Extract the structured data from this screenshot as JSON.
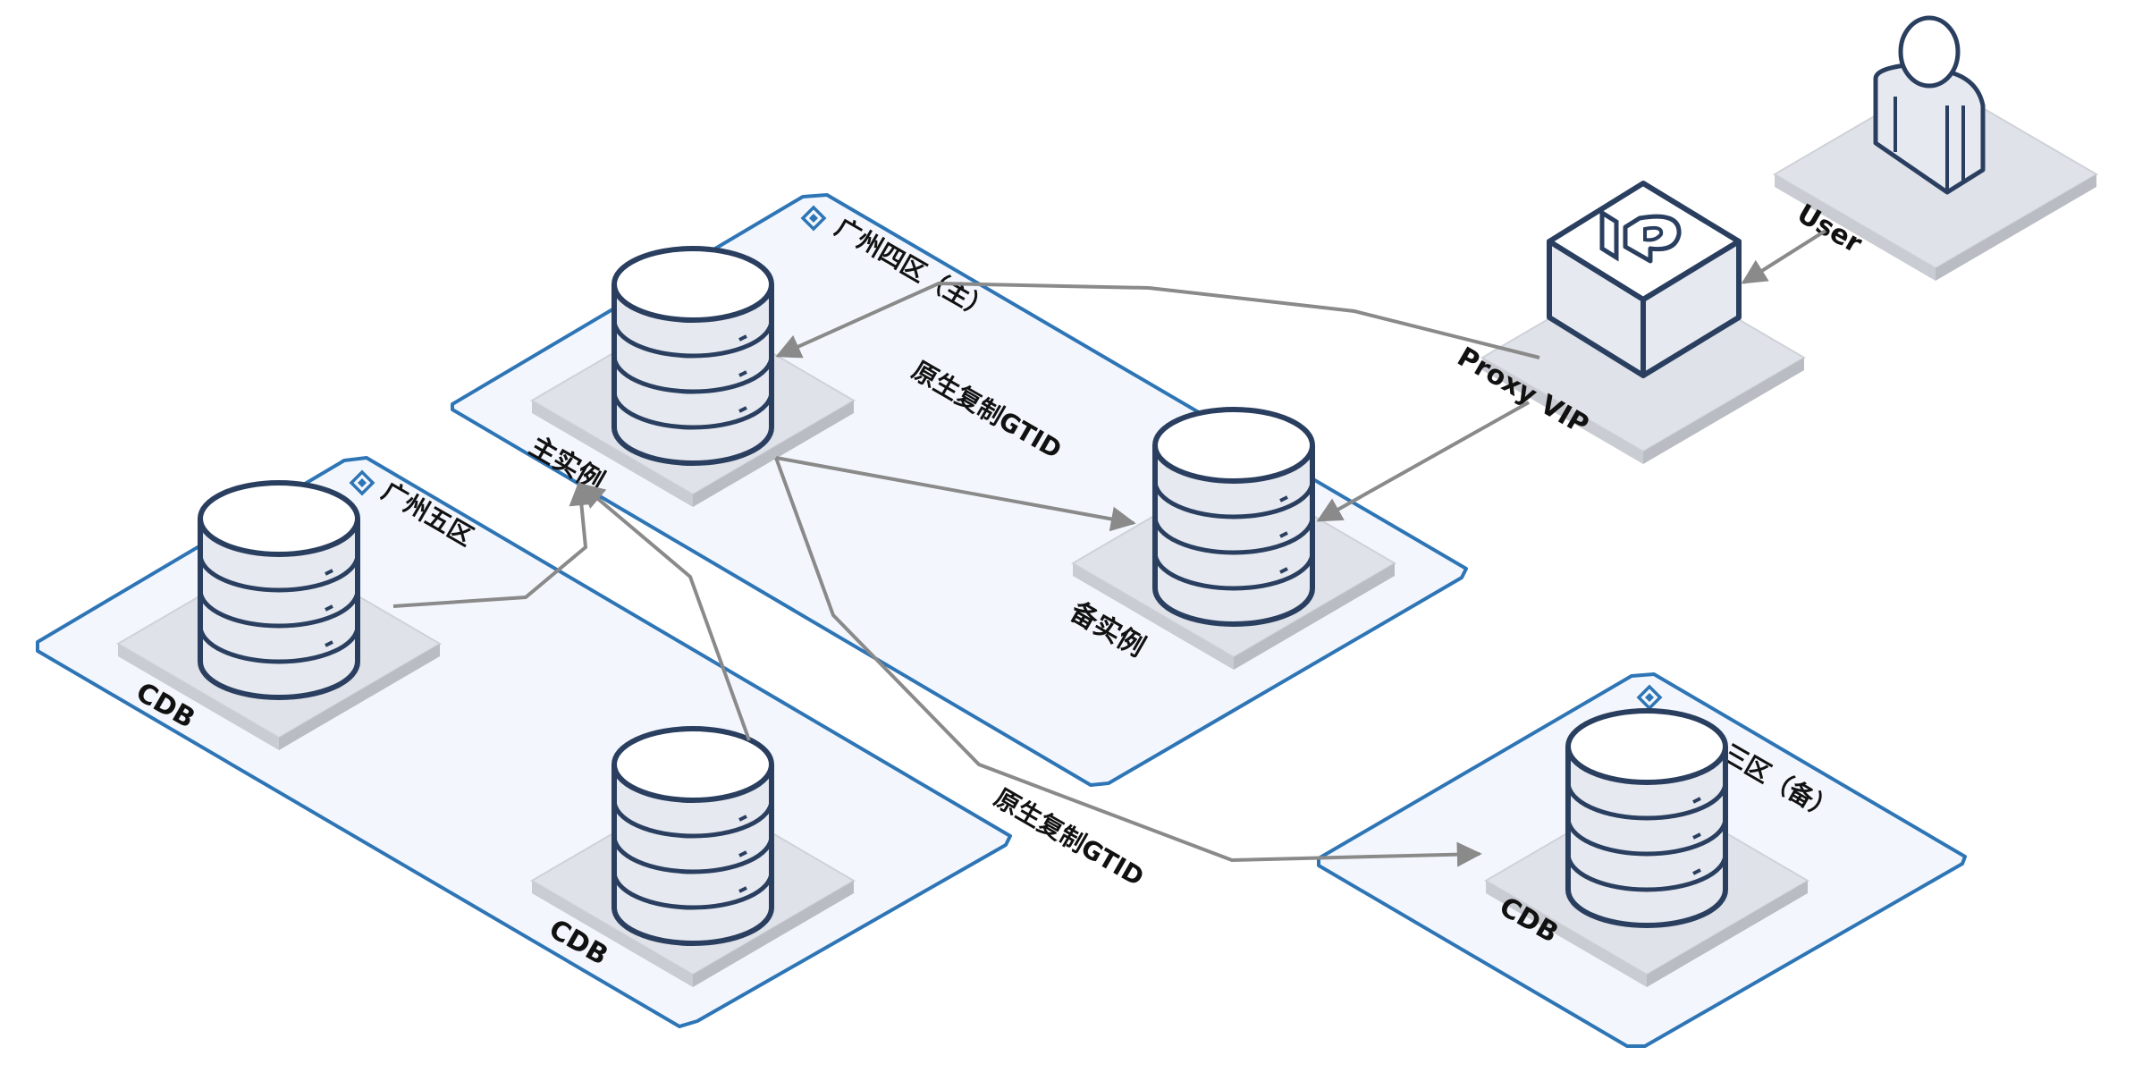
{
  "zones": [
    {
      "id": "gz4",
      "label": "广州四区（主）"
    },
    {
      "id": "gz5",
      "label": "广州五区"
    },
    {
      "id": "gz3",
      "label": "三区（备）"
    }
  ],
  "nodes": {
    "primary": "主实例",
    "standby": "备实例",
    "cdb_gz5_a": "CDB",
    "cdb_gz5_b": "CDB",
    "cdb_gz3": "CDB",
    "proxy": "Proxy VIP",
    "user": "User"
  },
  "edges": {
    "gtid_main": "原生复制GTID",
    "gtid_cross": "原生复制GTID"
  },
  "colors": {
    "zone_border": "#2e75b6",
    "zone_fill": "#f3f7fd",
    "db_stroke": "#2a3f5f",
    "db_fill": "#e6e9f0",
    "platform_top": "#dfe2e8",
    "platform_side": "#c2c5cb",
    "arrow": "#8a8a8a"
  }
}
